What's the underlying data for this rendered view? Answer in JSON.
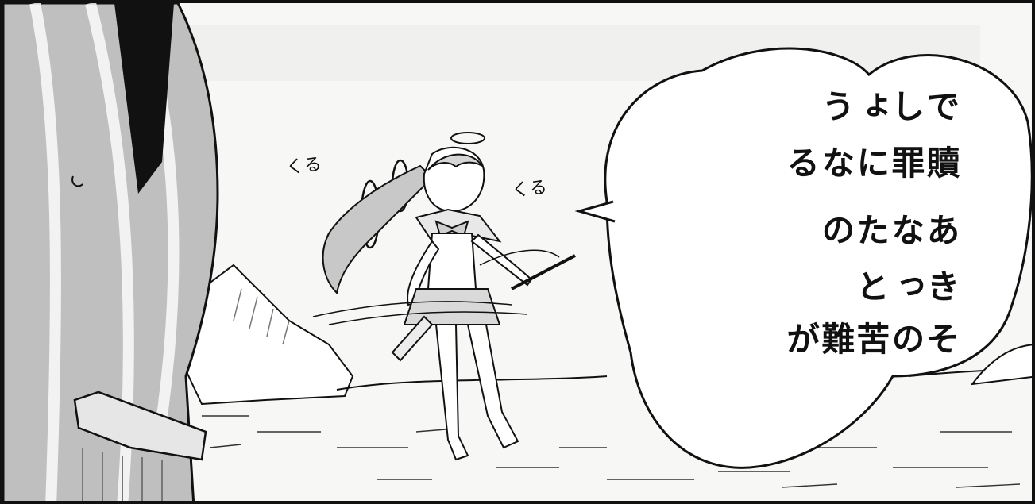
{
  "panel": {
    "sfx_left": "くる",
    "sfx_right": "くる",
    "speech_lines": [
      "その苦難が",
      "きっと",
      "あなたの",
      "贖罪になる",
      "でしょう"
    ],
    "colors": {
      "ink": "#111111",
      "paper": "#ffffff",
      "screentone": "#bfbfbf",
      "sky": "#f7f7f5"
    }
  }
}
